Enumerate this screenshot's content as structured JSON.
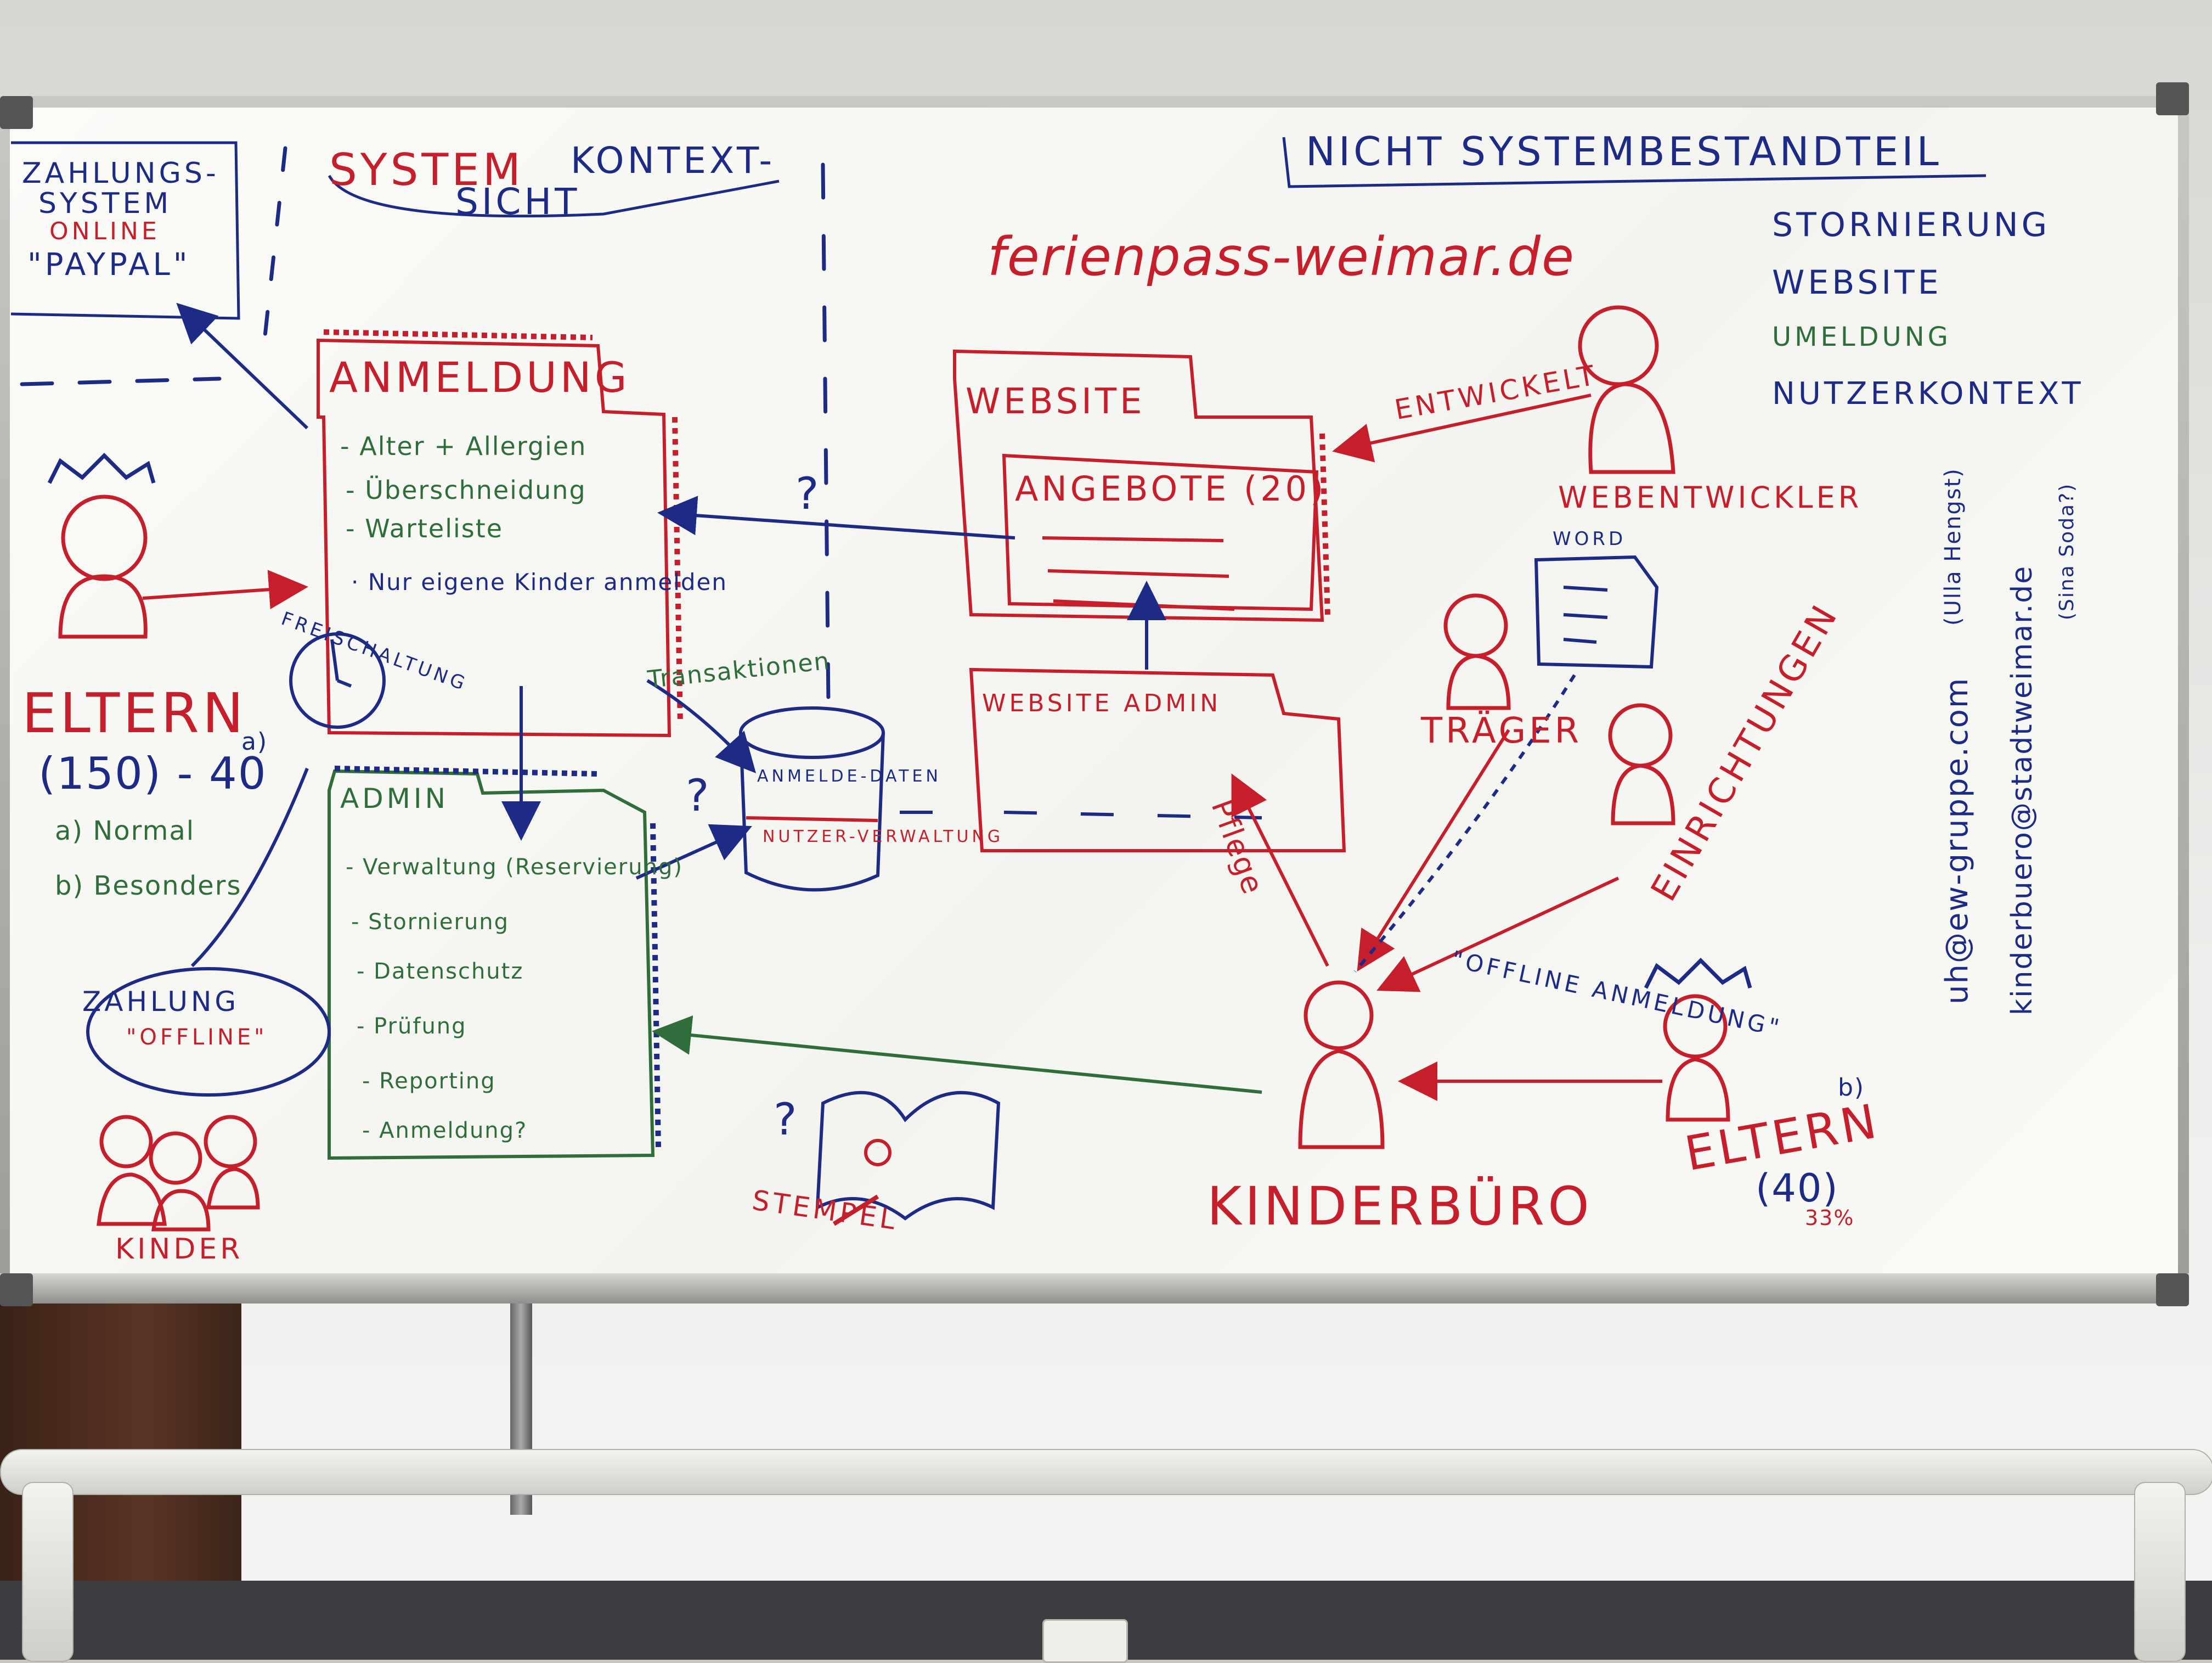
{
  "colors": {
    "red_marker": "#c61f2b",
    "blue_marker": "#1d2a86",
    "green_marker": "#2f6e3a",
    "board": "#f7f7f3"
  },
  "header": {
    "title_part1": "SYSTEM",
    "title_part2": "KONTEXT-",
    "title_part3": "SICHT",
    "not_system": "NICHT SYSTEMBESTANDTEIL",
    "domain": "ferienpass-weimar.de"
  },
  "payment_system": {
    "line1": "ZAHLUNGS-",
    "line2": "SYSTEM",
    "online": "ONLINE",
    "paypal": "\"PAYPAL\""
  },
  "not_system_list": [
    "STORNIERUNG",
    "WEBSITE",
    "UMELDUNG",
    "NUTZERKONTEXT"
  ],
  "anmeldung": {
    "title": "ANMELDUNG",
    "items": [
      "- Alter + Allergien",
      "- Überschneidung",
      "- Warteliste",
      "· Nur eigene Kinder anmelden"
    ]
  },
  "admin": {
    "title": "ADMIN",
    "items": [
      "- Verwaltung (Reservierung)",
      "- Stornierung",
      "- Datenschutz",
      "- Prüfung",
      "- Reporting",
      "- Anmeldung?"
    ]
  },
  "website": {
    "title": "WEBSITE",
    "offers": "ANGEBOTE (20)"
  },
  "website_admin": {
    "title": "WEBSITE ADMIN"
  },
  "database": {
    "top": "ANMELDE-DATEN",
    "bottom": "NUTZER-VERWALTUNG"
  },
  "labels": {
    "freischaltung": "FREISCHALTUNG",
    "transaktionen": "Transaktionen",
    "pflege": "Pflege",
    "entwickelt": "ENTWICKELT",
    "word": "WORD",
    "offline_anmeldung": "\"OFFLINE ANMELDUNG\"",
    "question": "?"
  },
  "actors": {
    "eltern_a": "ELTERN",
    "eltern_a_suffix": "a)",
    "eltern_a_count": "(150) - 40",
    "eltern_a_normal": "a) Normal",
    "eltern_a_besonders": "b) Besonders",
    "zahlung": "ZAHLUNG",
    "offline": "\"OFFLINE\"",
    "kinder": "KINDER",
    "stempel": "STEMPEL",
    "webentwickler": "WEBENTWICKLER",
    "traeger": "TRÄGER",
    "einrichtungen": "EINRICHTUNGEN",
    "kinderbuero": "KINDERBÜRO",
    "eltern_b": "ELTERN",
    "eltern_b_suffix": "b)",
    "eltern_b_count": "(40)",
    "eltern_b_pct": "33%"
  },
  "contacts": {
    "email1": "uh@ew-gruppe.com",
    "name1": "(Ulla Hengst)",
    "email2": "kinderbuero@stadtweimar.de",
    "name2": "(Sina Soda?)"
  }
}
